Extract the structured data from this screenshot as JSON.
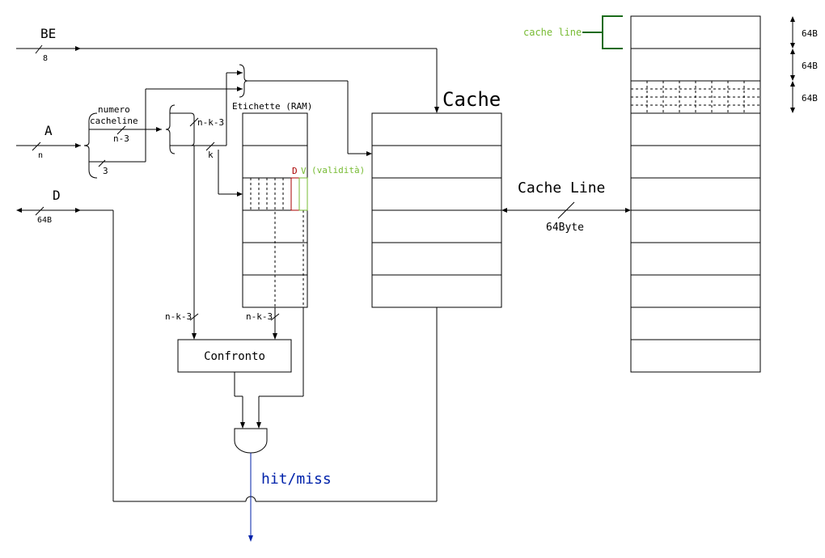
{
  "signals": {
    "be": "BE",
    "be_width": "8",
    "a": "A",
    "a_width": "n",
    "d": "D",
    "d_width": "64B"
  },
  "splitter": {
    "upper_label_1": "numero",
    "upper_label_2": "cacheline",
    "upper_width": "n-3",
    "lower_width": "3"
  },
  "splitter2": {
    "upper_width": "n-k-3",
    "lower_width": "k"
  },
  "tags": {
    "title": "Etichette (RAM)",
    "dirty_label": "D",
    "valid_label": "V",
    "valid_note": "(validità)"
  },
  "compare": {
    "label": "Confronto",
    "left_width": "n-k-3",
    "right_width": "n-k-3"
  },
  "cache": {
    "title": "Cache"
  },
  "link": {
    "title": "Cache Line",
    "width": "64Byte"
  },
  "memory": {
    "legend": "cache line",
    "row_sizes": [
      "64B",
      "64B",
      "64B"
    ]
  },
  "output": {
    "label": "hit/miss"
  },
  "colors": {
    "green": "#77bb33",
    "dark_green": "#1a6b1a",
    "red": "#aa0000",
    "blue": "#0022aa"
  }
}
